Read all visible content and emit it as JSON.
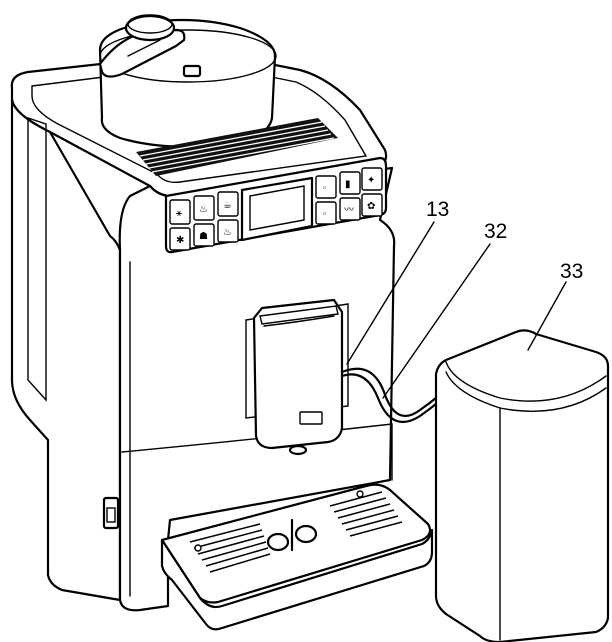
{
  "callouts": [
    {
      "id": "13",
      "label": "13"
    },
    {
      "id": "32",
      "label": "32"
    },
    {
      "id": "33",
      "label": "33"
    }
  ],
  "colors": {
    "line": "#000000",
    "background": "#ffffff"
  },
  "icons": [
    "coffee-machine-illustration",
    "milk-container-illustration",
    "milk-tube-illustration",
    "drip-tray-illustration",
    "control-panel-display"
  ]
}
